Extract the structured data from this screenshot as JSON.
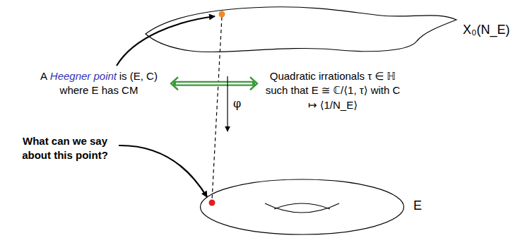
{
  "diagram": {
    "nodes": [
      {
        "text": [
          "X₀(N_E)"
        ]
      },
      {
        "text": [
          "A",
          "Heegner point",
          "is (E, C) where E has CM"
        ]
      },
      {
        "text": [
          "Quadratic irrationals τ ∈ ℍ such that E ≅ ℂ/⟨1, τ⟩ with C ↦ ⟨1/N_E⟩"
        ]
      },
      {
        "text": [
          "E"
        ]
      }
    ],
    "edges": [
      {
        "from": 1,
        "to": 2,
        "arrow": "both"
      },
      {
        "from": 0,
        "to": 3,
        "arrow": "to",
        "label": "φ"
      }
    ],
    "labels": [
      "What can we say about this point?"
    ]
  }
}
